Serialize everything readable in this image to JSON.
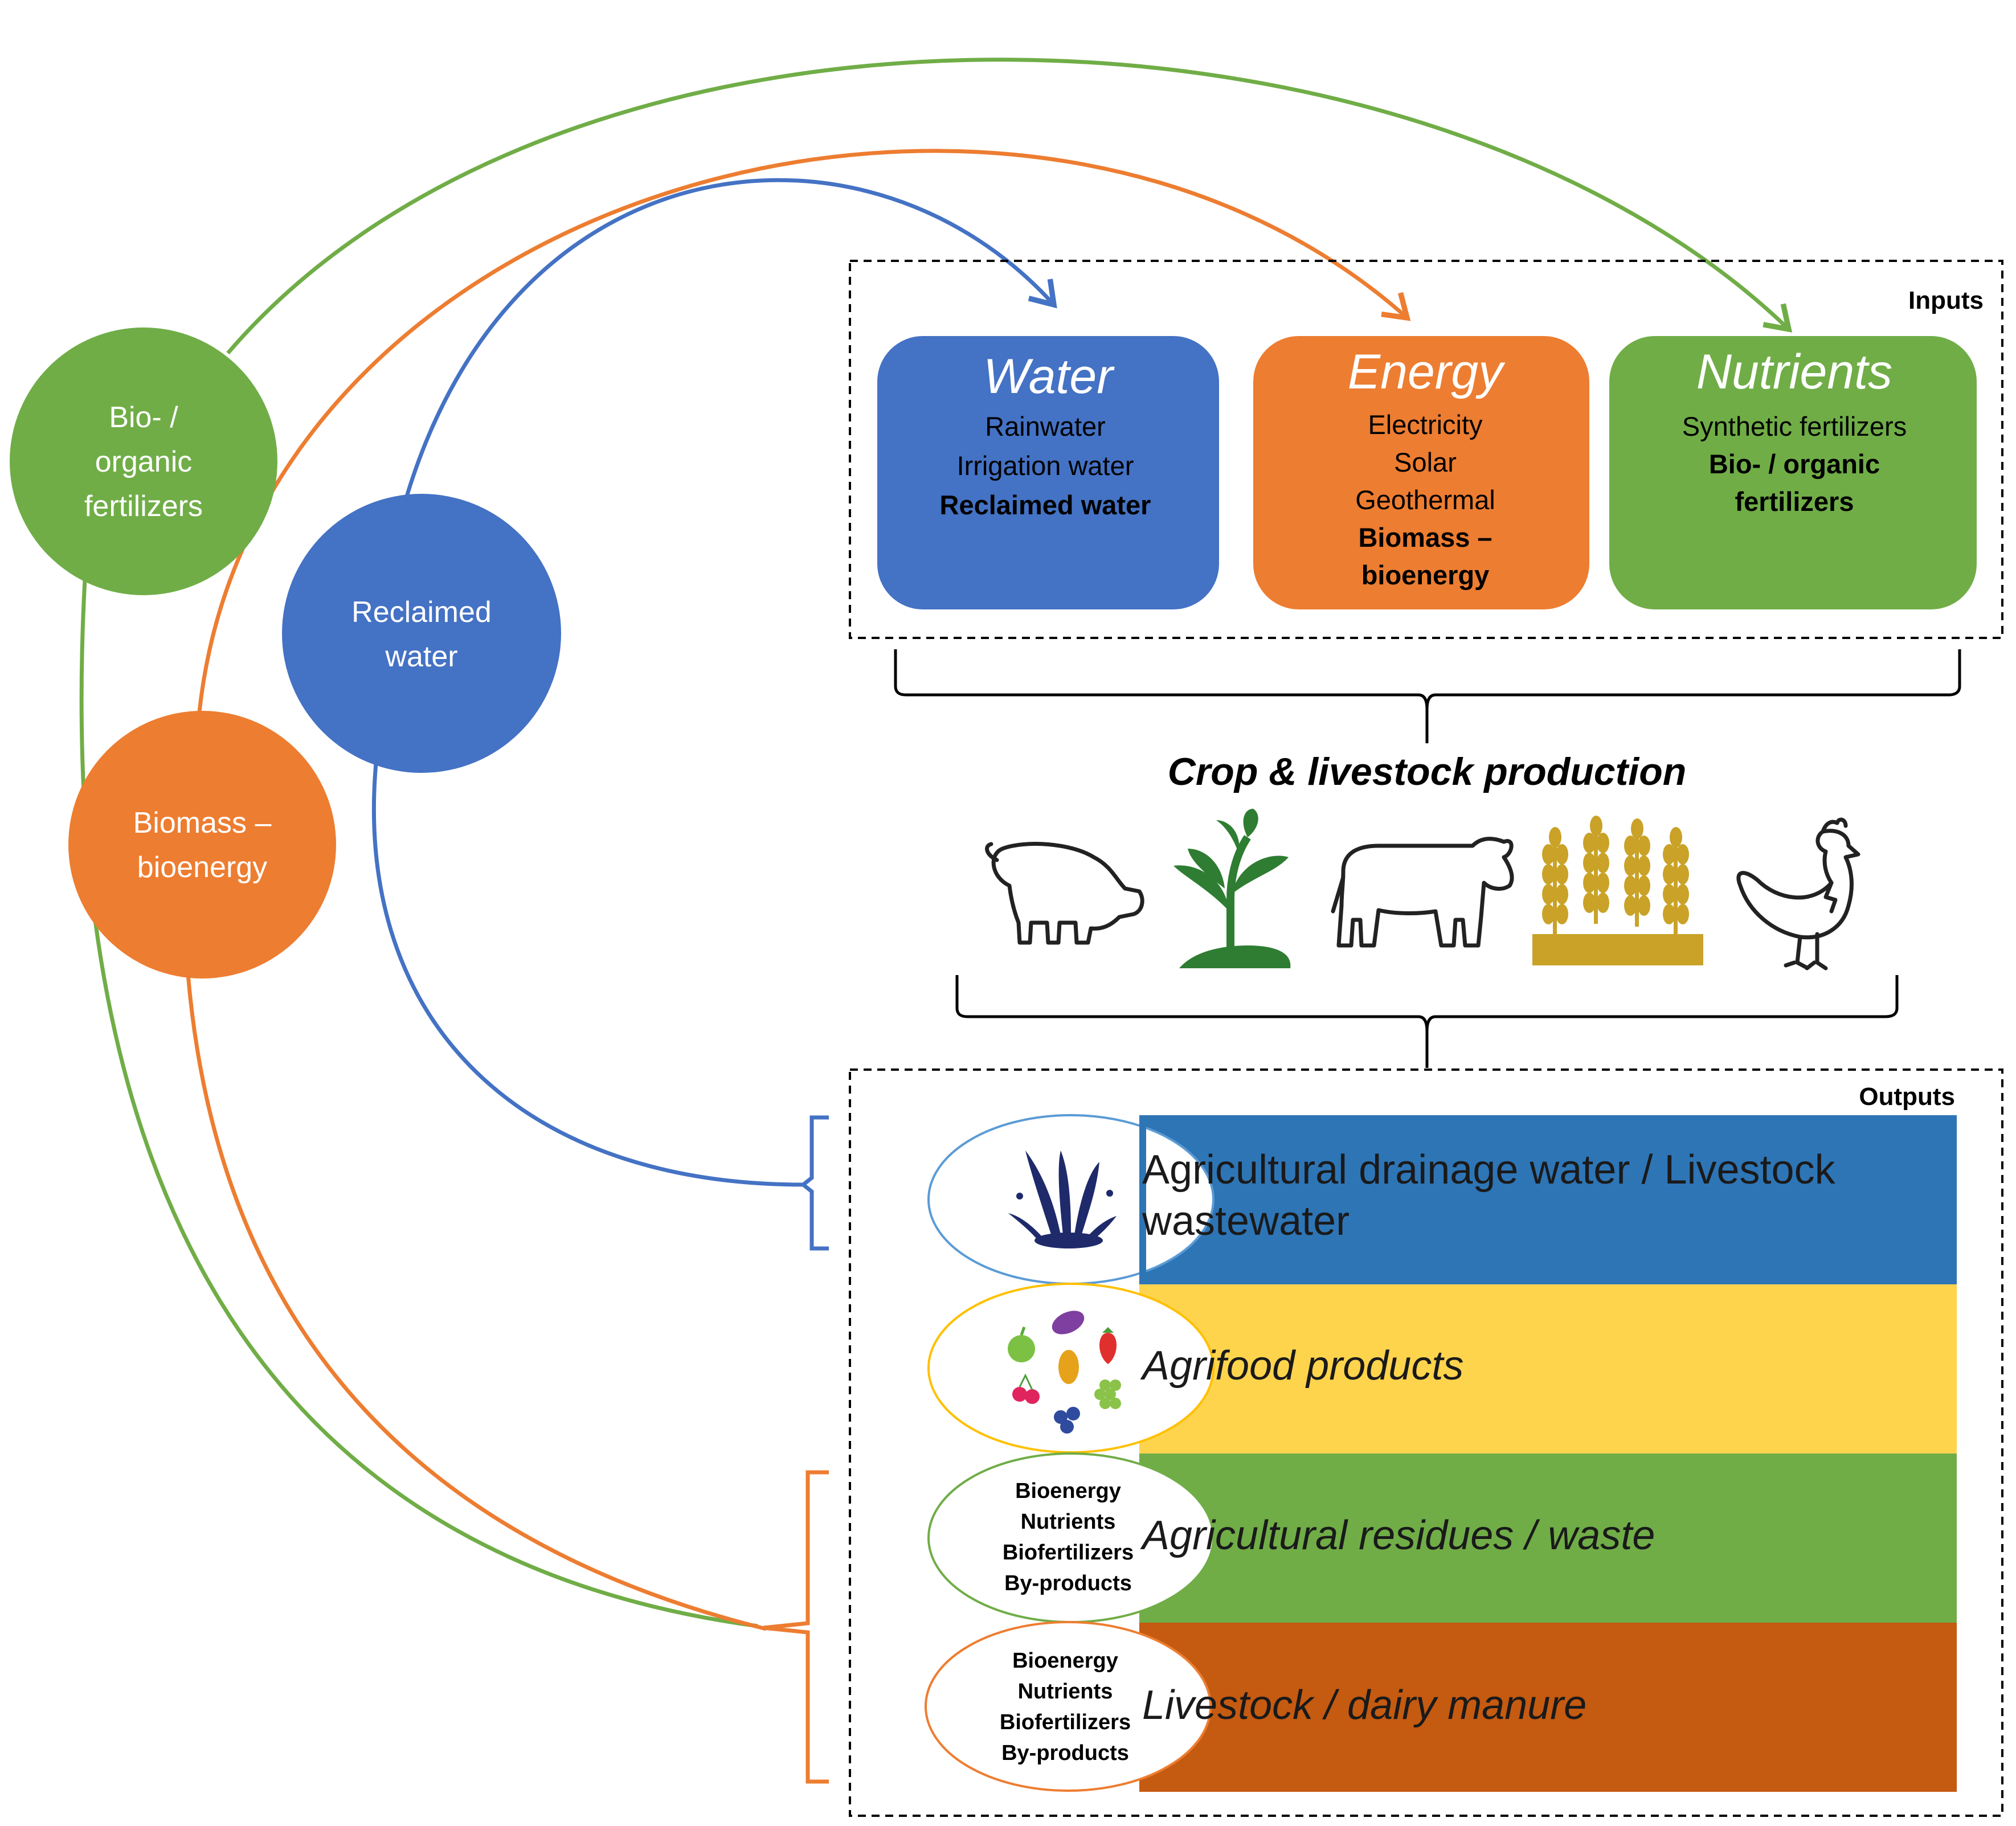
{
  "colors": {
    "blue": "#4472C4",
    "orange": "#ED7D31",
    "green": "#70AD47",
    "band_blue": "#2E75B6",
    "band_yellow": "#FFD44D",
    "band_green": "#70AD47",
    "band_brown": "#C55A11",
    "gold": "#C9A227",
    "dark_navy": "#1F3864"
  },
  "circles": {
    "bio_fertilizers": {
      "line1": "Bio- /",
      "line2": "organic",
      "line3": "fertilizers"
    },
    "reclaimed_water": {
      "line1": "Reclaimed",
      "line2": "water"
    },
    "biomass_bioenergy": {
      "line1": "Biomass –",
      "line2": "bioenergy"
    }
  },
  "inputs": {
    "label": "Inputs",
    "water": {
      "title": "Water",
      "item1": "Rainwater",
      "item2": "Irrigation water",
      "item3": "Reclaimed water"
    },
    "energy": {
      "title": "Energy",
      "item1": "Electricity",
      "item2": "Solar",
      "item3": "Geothermal",
      "item4": "Biomass –",
      "item5": "bioenergy"
    },
    "nutrients": {
      "title": "Nutrients",
      "item1": "Synthetic fertilizers",
      "item2": "Bio- / organic",
      "item3": "fertilizers"
    }
  },
  "production": {
    "title": "Crop & livestock production",
    "icons": [
      "pig-icon",
      "plant-icon",
      "cow-icon",
      "wheat-field-icon",
      "chicken-icon"
    ]
  },
  "outputs": {
    "label": "Outputs",
    "bands": [
      {
        "line1": "Agricultural drainage water / Livestock",
        "line2": "wastewater",
        "icon": "water-splash-icon"
      },
      {
        "line1": "Agrifood products",
        "icon": "fruits-vegetables-icon"
      },
      {
        "line1": "Agricultural residues / waste",
        "tags": [
          "Bioenergy",
          "Nutrients",
          "Biofertilizers",
          "By-products"
        ]
      },
      {
        "line1": "Livestock / dairy manure",
        "tags": [
          "Bioenergy",
          "Nutrients",
          "Biofertilizers",
          "By-products"
        ]
      }
    ]
  }
}
